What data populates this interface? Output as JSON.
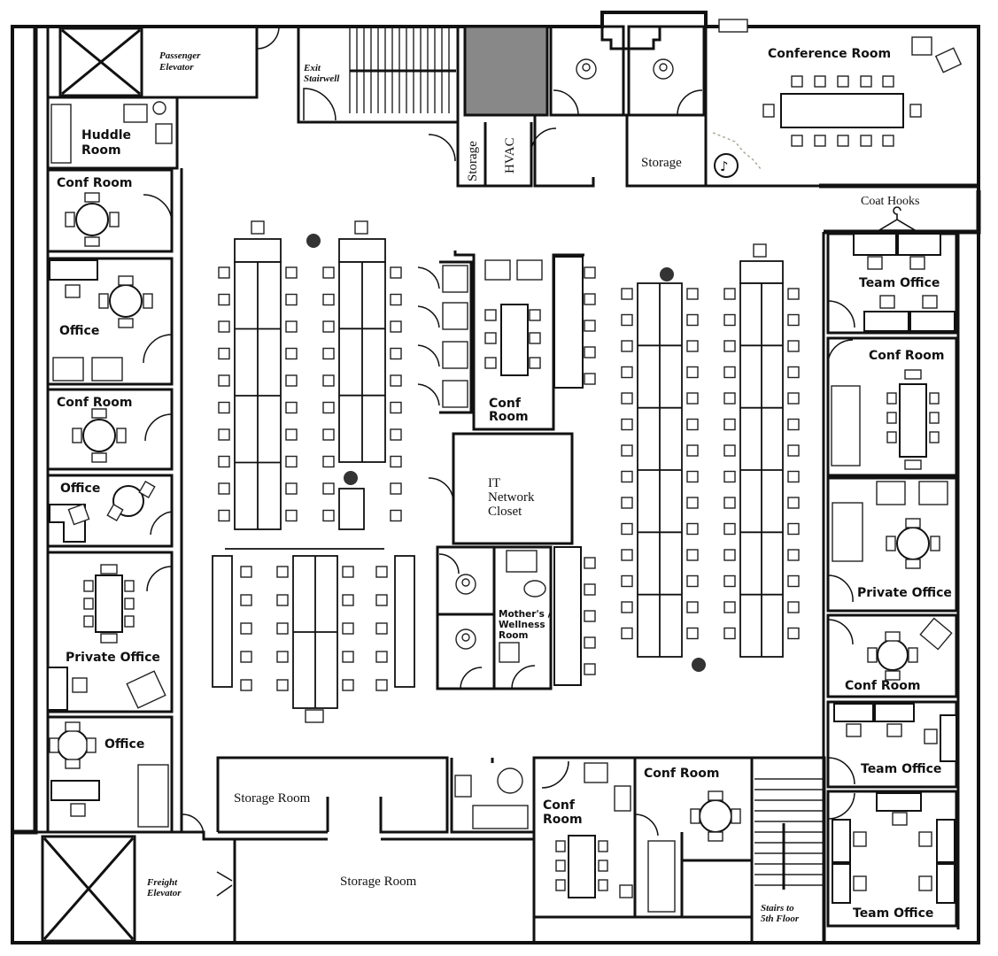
{
  "rooms": {
    "conference_room": "Conference Room",
    "passenger_elevator": [
      "Passenger",
      "Elevator"
    ],
    "exit_stairwell": [
      "Exit",
      "Stairwell"
    ],
    "storage_small": "Storage",
    "hvac": "HVAC",
    "storage_upper": "Storage",
    "coat_hooks": "Coat Hooks",
    "huddle_room": [
      "Huddle",
      "Room"
    ],
    "conf_room_left_1": "Conf Room",
    "office_left_1": "Office",
    "conf_room_left_2": "Conf Room",
    "office_left_2": "Office",
    "private_office_left": "Private Office",
    "office_left_3": "Office",
    "conf_room_center": [
      "Conf",
      "Room"
    ],
    "it_network_closet": [
      "IT",
      "Network",
      "Closet"
    ],
    "mothers_room": [
      "Mother's /",
      "Wellness",
      "Room"
    ],
    "team_office_right_1": "Team Office",
    "conf_room_right_1": "Conf Room",
    "private_office_right": "Private Office",
    "conf_room_right_2": "Conf Room",
    "team_office_right_2": "Team Office",
    "team_office_right_3": "Team Office",
    "storage_room_1": "Storage Room",
    "storage_room_2": "Storage Room",
    "freight_elevator": [
      "Freight",
      "Elevator"
    ],
    "conf_room_bottom_1": [
      "Conf",
      "Room"
    ],
    "conf_room_bottom_2": "Conf Room",
    "stairs_5th": [
      "Stairs to",
      "5th Floor"
    ]
  },
  "icons": {
    "music": "music-note-icon",
    "toilet": "toilet-icon",
    "hanger": "coat-hanger-icon"
  }
}
